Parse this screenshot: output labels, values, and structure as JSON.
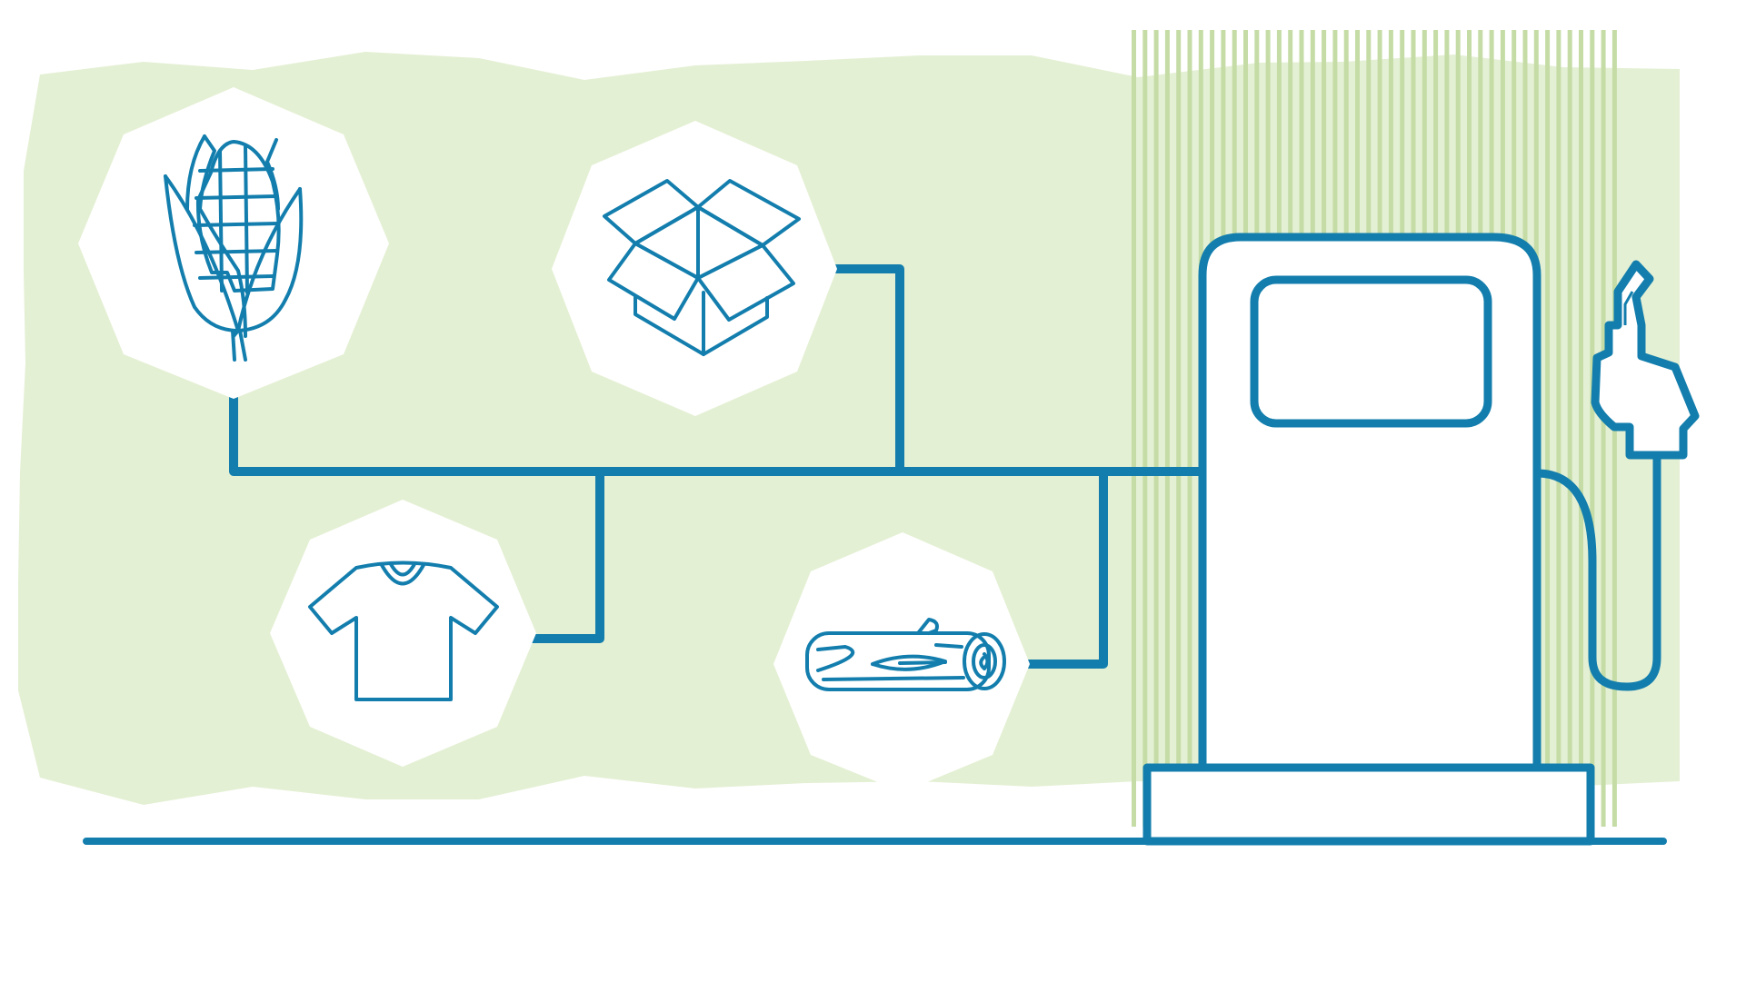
{
  "colors": {
    "background": "#ffffff",
    "field": "#e4f0d4",
    "stripes": "#c5dca6",
    "line": "#137ead",
    "hexagon_fill": "#ffffff",
    "pump_fill": "#ffffff"
  },
  "nodes": [
    {
      "id": "corn",
      "icon": "corn-icon"
    },
    {
      "id": "cardboard-box",
      "icon": "open-box-icon"
    },
    {
      "id": "t-shirt",
      "icon": "t-shirt-icon"
    },
    {
      "id": "wood-log",
      "icon": "log-icon"
    }
  ],
  "target": {
    "id": "fuel-pump",
    "icon": "fuel-pump-icon"
  }
}
